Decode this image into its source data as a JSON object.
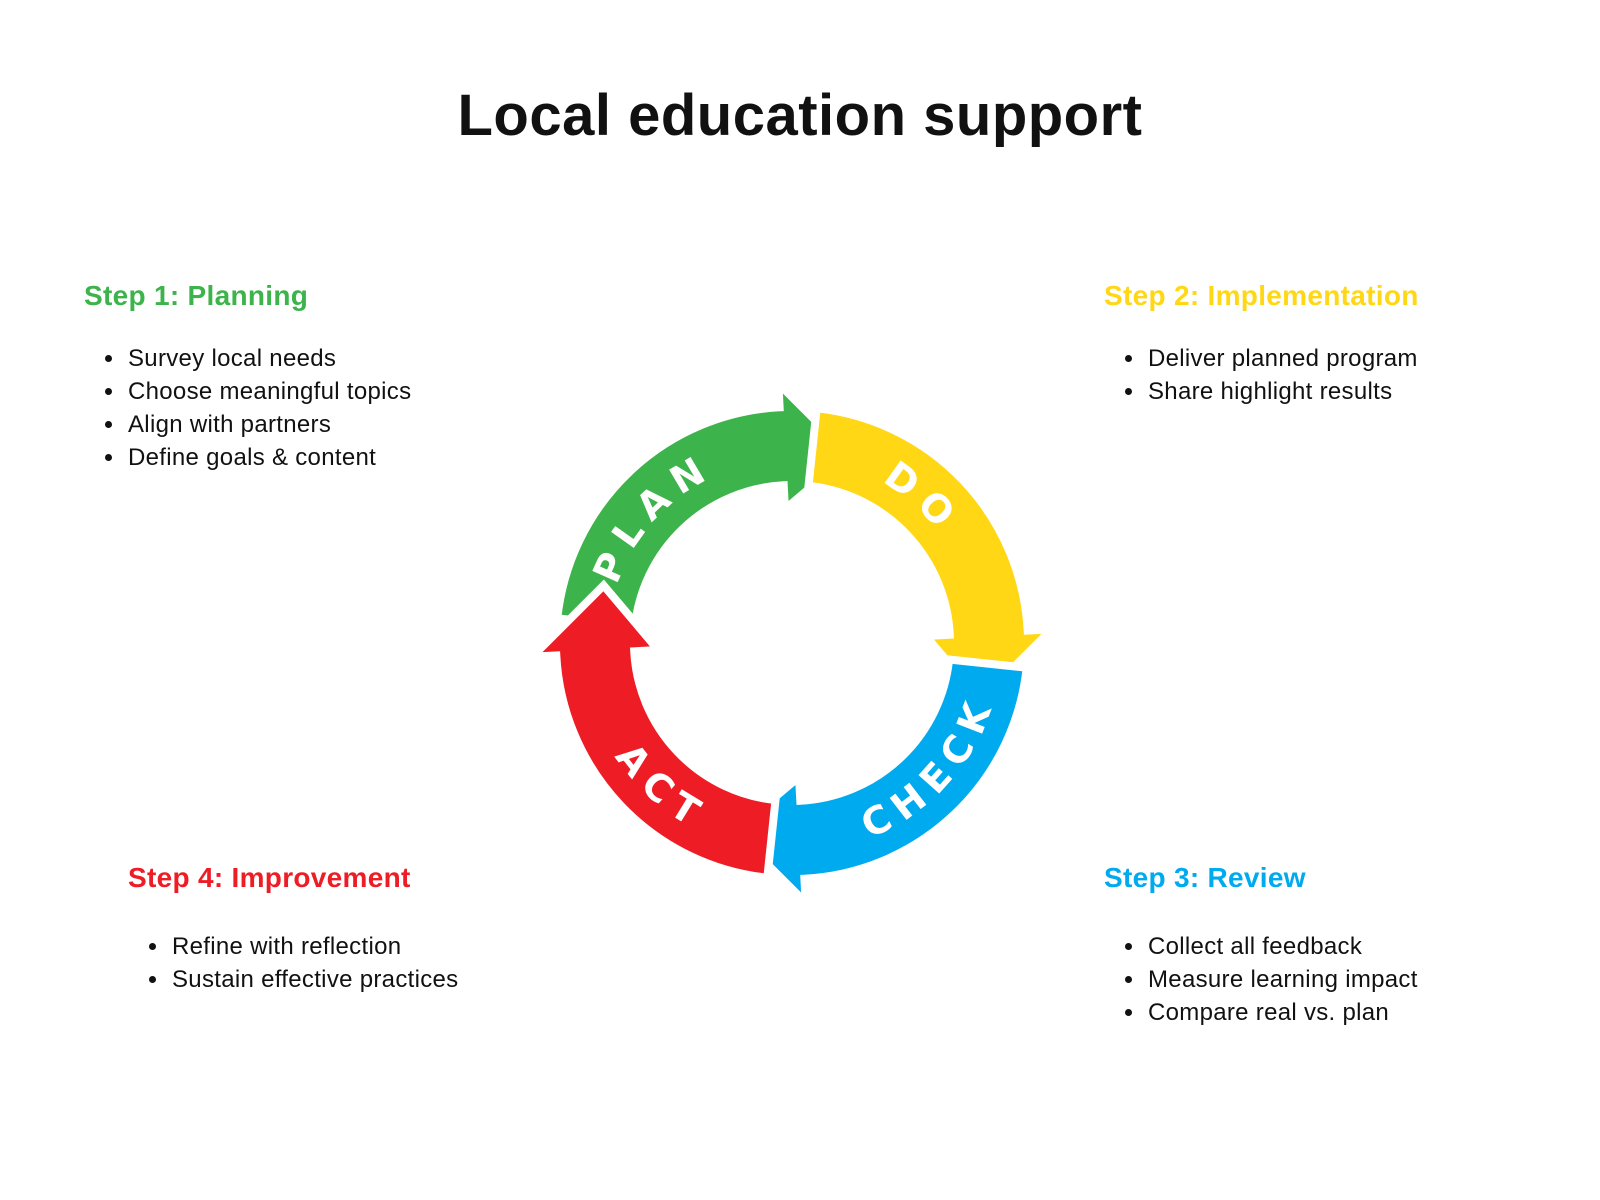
{
  "title": "Local education support",
  "colors": {
    "plan": "#3cb44b",
    "do": "#ffd714",
    "check": "#00aaee",
    "act": "#ee1c25"
  },
  "cycle": {
    "labels": [
      "PLAN",
      "DO",
      "CHECK",
      "ACT"
    ]
  },
  "steps": [
    {
      "heading": "Step 1: Planning",
      "items": [
        "Survey local needs",
        "Choose meaningful topics",
        "Align with partners",
        "Define goals & content"
      ]
    },
    {
      "heading": "Step 2: Implementation",
      "items": [
        "Deliver planned program",
        "Share highlight results"
      ]
    },
    {
      "heading": "Step 3: Review",
      "items": [
        "Collect all feedback",
        "Measure learning impact",
        "Compare real vs. plan"
      ]
    },
    {
      "heading": "Step 4: Improvement",
      "items": [
        "Refine with reflection",
        "Sustain effective practices"
      ]
    }
  ]
}
